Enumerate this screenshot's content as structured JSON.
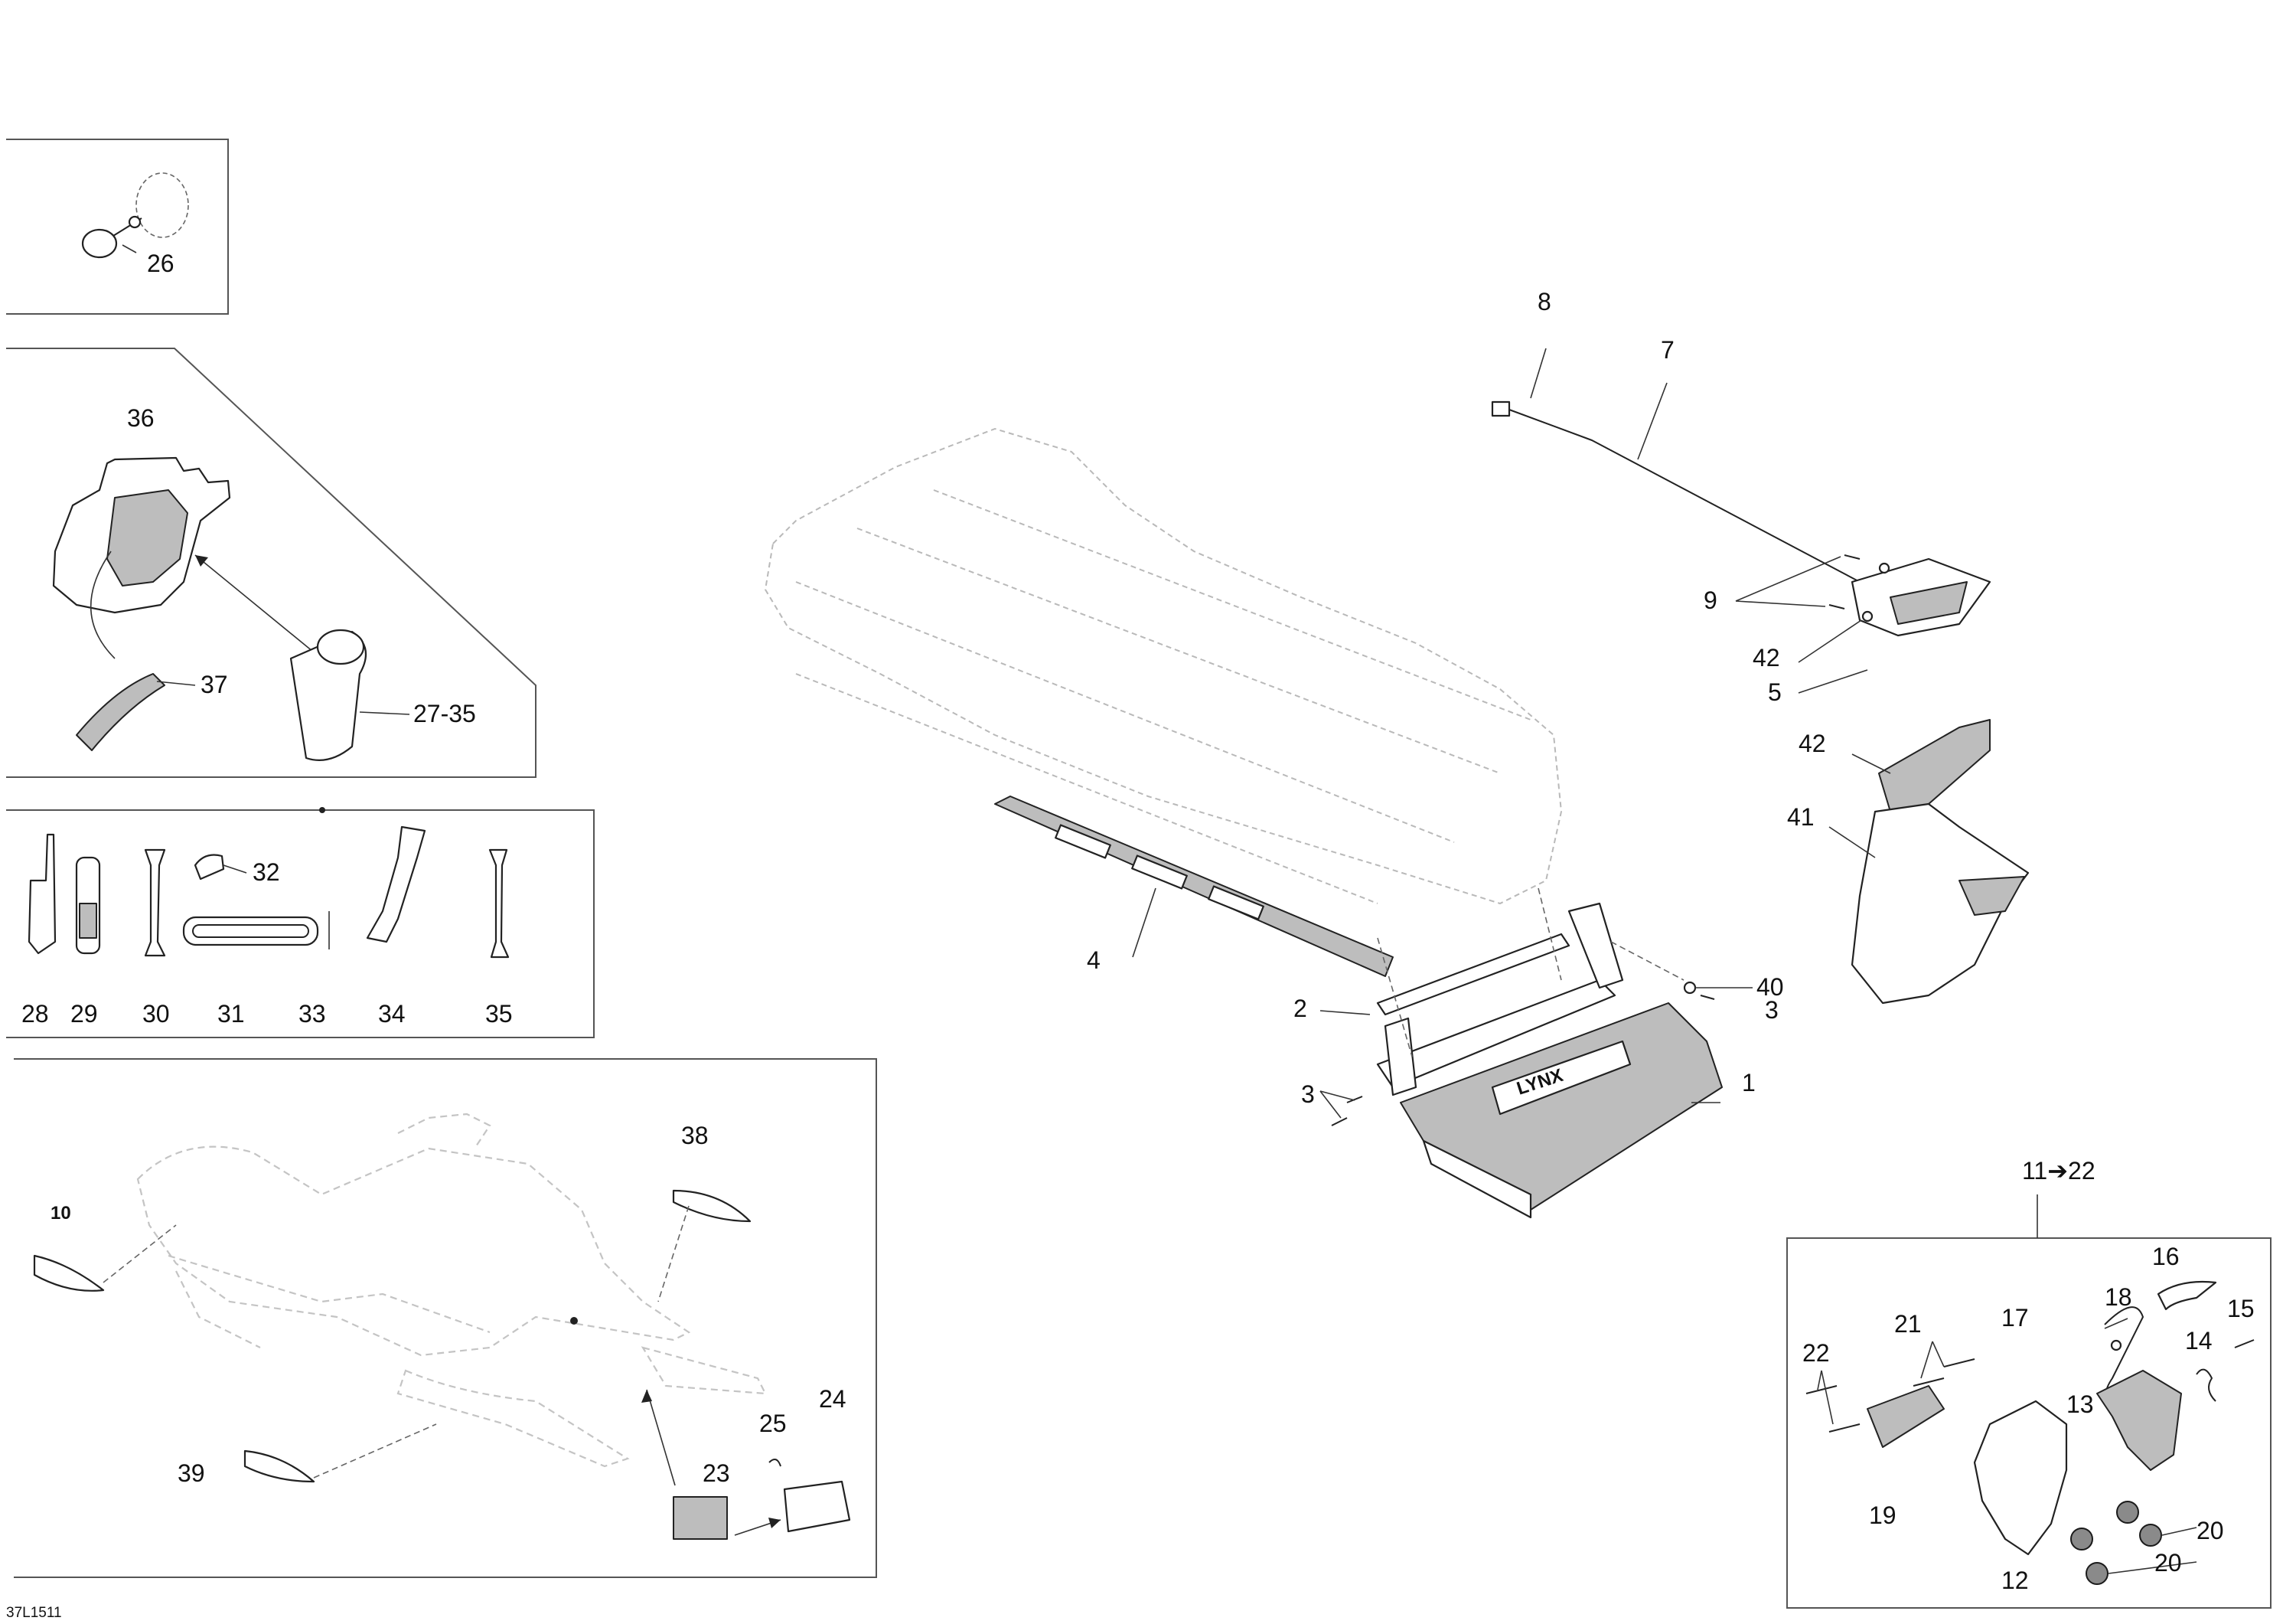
{
  "diagram": {
    "reference_code": "37L1511",
    "assembly_label": "11➔22",
    "brand_mark": "LYNX",
    "callouts": {
      "c1": "1",
      "c2": "2",
      "c3a": "3",
      "c3b": "3",
      "c4": "4",
      "c5": "5",
      "c7": "7",
      "c8": "8",
      "c9": "9",
      "c10": "10",
      "c12": "12",
      "c13": "13",
      "c14": "14",
      "c15": "15",
      "c16": "16",
      "c17": "17",
      "c18": "18",
      "c19": "19",
      "c20a": "20",
      "c20b": "20",
      "c21": "21",
      "c22": "22",
      "c23": "23",
      "c24": "24",
      "c25": "25",
      "c26": "26",
      "c27_35": "27-35",
      "c28": "28",
      "c29": "29",
      "c30": "30",
      "c31": "31",
      "c32": "32",
      "c33": "33",
      "c34": "34",
      "c35": "35",
      "c36": "36",
      "c37": "37",
      "c38": "38",
      "c39": "39",
      "c40": "40",
      "c41": "41",
      "c42a": "42",
      "c42b": "42"
    }
  }
}
